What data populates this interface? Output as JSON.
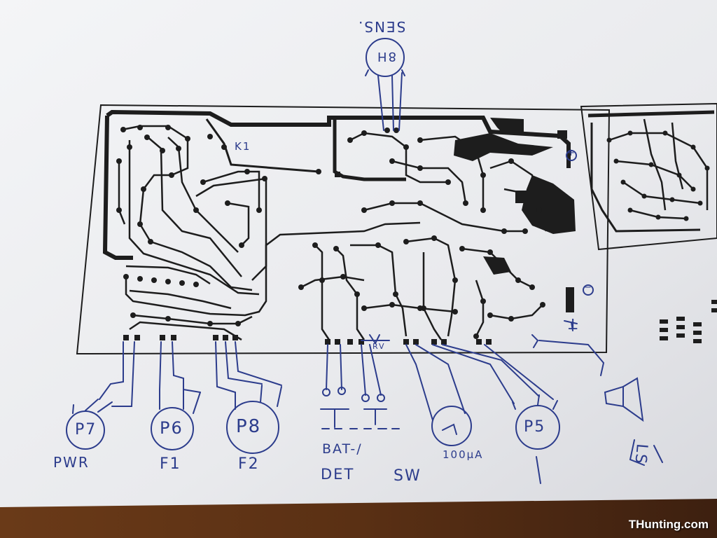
{
  "colors": {
    "paper": "#ecedef",
    "table": "#5a3418",
    "copper": "#1d1d1d",
    "ink": "#2c3c8c"
  },
  "labels": {
    "sens": "SENS.",
    "pot_sens": "8H",
    "k1": "K1",
    "plus": "+",
    "minus": "−",
    "p7": "P7",
    "p6": "P6",
    "p8": "P8",
    "p5": "P5",
    "pwr": "PWR",
    "f1": "F1",
    "f2": "F2",
    "bat": "BAT-/",
    "det": "DET",
    "sw": "SW",
    "meter": "100µA",
    "rv": "RV",
    "ls": "LS",
    "t": "T"
  },
  "watermark": "THunting.com"
}
